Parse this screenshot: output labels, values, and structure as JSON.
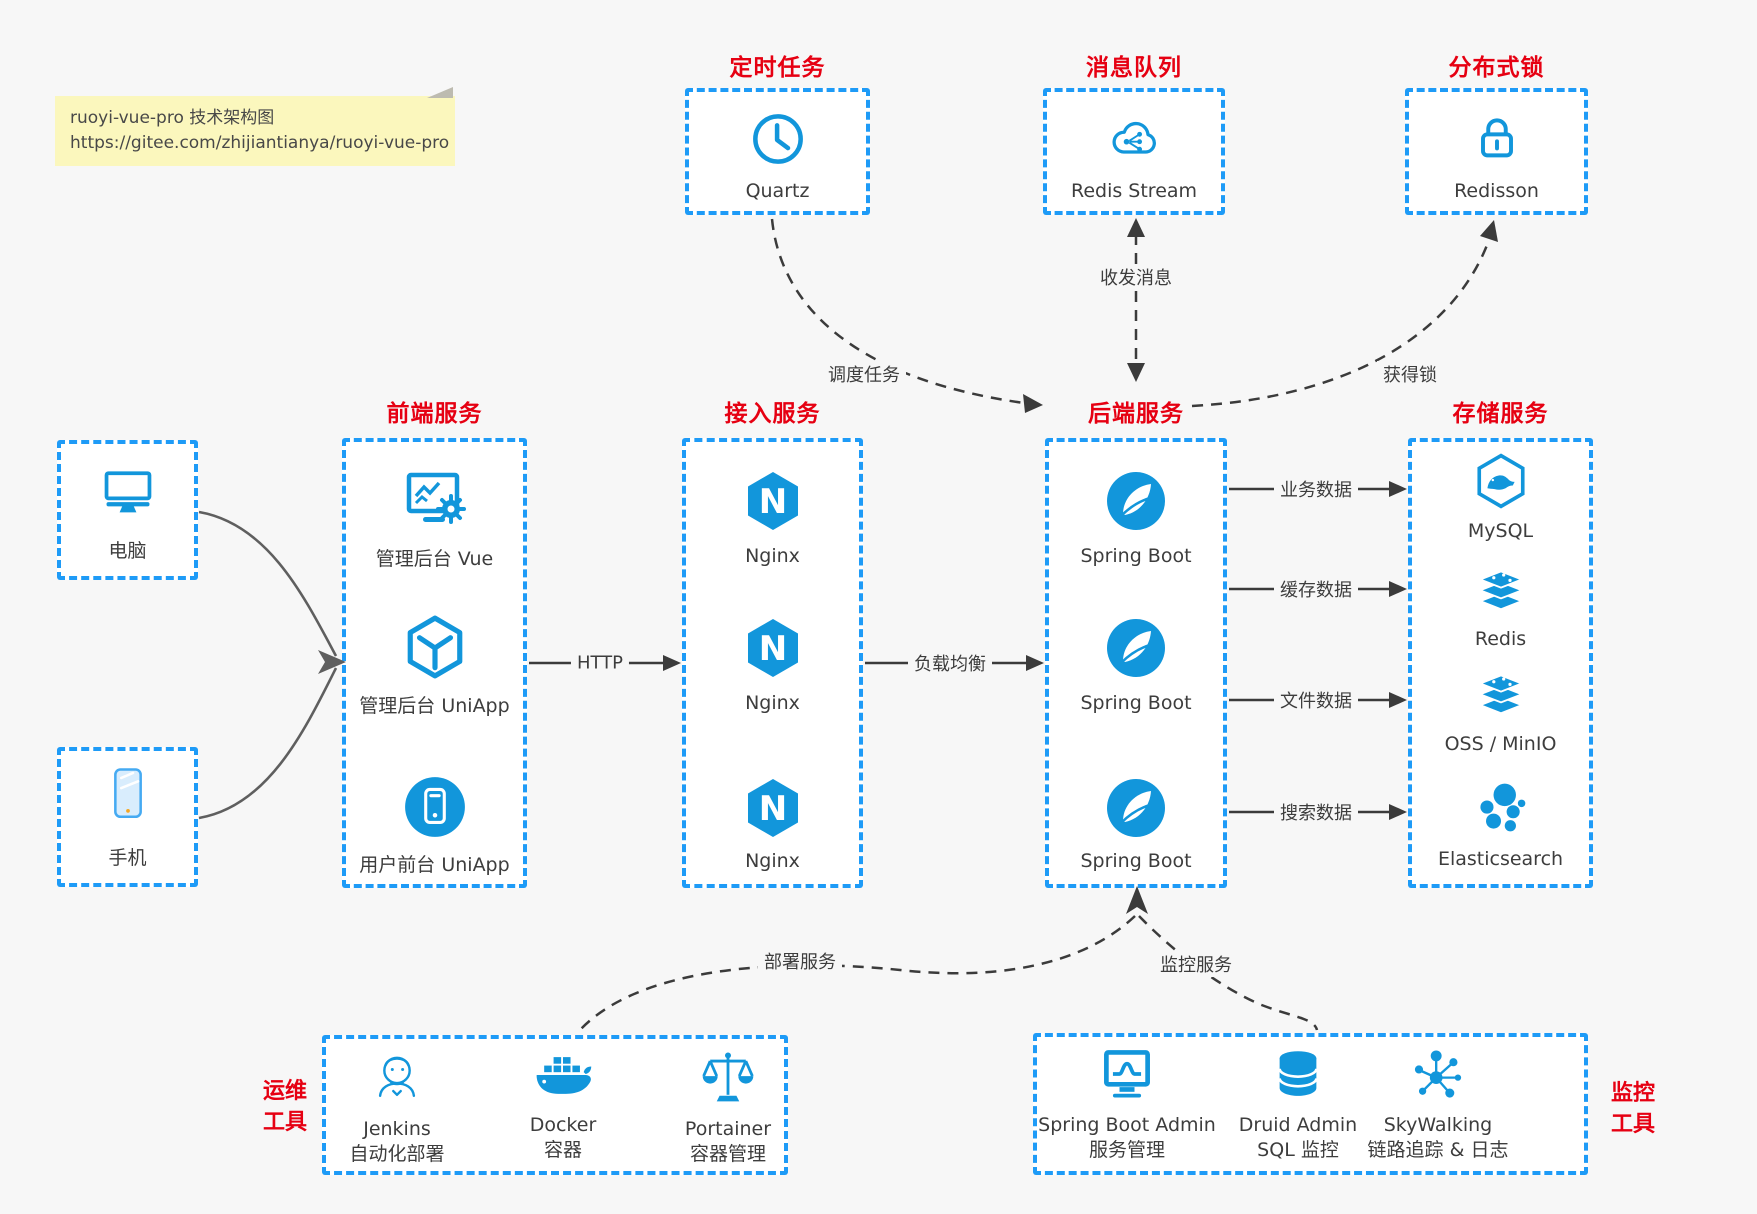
{
  "colors": {
    "page_bg": "#f7f7f7",
    "box_border_blue": "#1e9bf7",
    "icon_blue": "#1296db",
    "title_red": "#e60012",
    "note_bg": "#fbf7bd",
    "line_dark": "#3b3b3b",
    "line_gray": "#5f5f5f"
  },
  "note": {
    "line1": "ruoyi-vue-pro 技术架构图",
    "line2": "https://gitee.com/zhijiantianya/ruoyi-vue-pro"
  },
  "top_services": [
    {
      "title": "定时任务",
      "label": "Quartz",
      "icon": "clock-icon"
    },
    {
      "title": "消息队列",
      "label": "Redis Stream",
      "icon": "cloud-stream-icon"
    },
    {
      "title": "分布式锁",
      "label": "Redisson",
      "icon": "lock-icon"
    }
  ],
  "clients": [
    {
      "label": "电脑",
      "icon": "desktop-icon"
    },
    {
      "label": "手机",
      "icon": "mobile-icon"
    }
  ],
  "columns": {
    "frontend": {
      "title": "前端服务",
      "items": [
        {
          "label": "管理后台 Vue",
          "icon": "admin-vue-icon"
        },
        {
          "label": "管理后台 UniApp",
          "icon": "uniapp-hexagon-icon"
        },
        {
          "label": "用户前台 UniApp",
          "icon": "user-app-icon"
        }
      ]
    },
    "access": {
      "title": "接入服务",
      "items": [
        {
          "label": "Nginx",
          "glyph": "N",
          "icon": "nginx-icon"
        },
        {
          "label": "Nginx",
          "glyph": "N",
          "icon": "nginx-icon"
        },
        {
          "label": "Nginx",
          "glyph": "N",
          "icon": "nginx-icon"
        }
      ]
    },
    "backend": {
      "title": "后端服务",
      "items": [
        {
          "label": "Spring Boot",
          "icon": "spring-boot-icon"
        },
        {
          "label": "Spring Boot",
          "icon": "spring-boot-icon"
        },
        {
          "label": "Spring Boot",
          "icon": "spring-boot-icon"
        }
      ]
    },
    "storage": {
      "title": "存储服务",
      "items": [
        {
          "label": "MySQL",
          "icon": "mysql-icon"
        },
        {
          "label": "Redis",
          "icon": "redis-icon"
        },
        {
          "label": "OSS / MinIO",
          "icon": "oss-minio-icon"
        },
        {
          "label": "Elasticsearch",
          "icon": "elasticsearch-icon"
        }
      ]
    }
  },
  "edges": {
    "http": "HTTP",
    "load_balance": "负载均衡",
    "business_data": "业务数据",
    "cache_data": "缓存数据",
    "file_data": "文件数据",
    "search_data": "搜索数据",
    "schedule_task": "调度任务",
    "send_receive_message": "收发消息",
    "acquire_lock": "获得锁",
    "deploy_service": "部署服务",
    "monitor_service": "监控服务"
  },
  "ops_tools": {
    "title_line1": "运维",
    "title_line2": "工具",
    "items": [
      {
        "name": "Jenkins",
        "desc": "自动化部署",
        "icon": "jenkins-icon"
      },
      {
        "name": "Docker",
        "desc": "容器",
        "icon": "docker-icon"
      },
      {
        "name": "Portainer",
        "desc": "容器管理",
        "icon": "portainer-icon"
      }
    ]
  },
  "monitor_tools": {
    "title_line1": "监控",
    "title_line2": "工具",
    "items": [
      {
        "name": "Spring Boot Admin",
        "desc": "服务管理",
        "icon": "spring-boot-admin-icon"
      },
      {
        "name": "Druid Admin",
        "desc": "SQL 监控",
        "icon": "druid-admin-icon"
      },
      {
        "name": "SkyWalking",
        "desc": "链路追踪 & 日志",
        "icon": "skywalking-icon"
      }
    ]
  }
}
